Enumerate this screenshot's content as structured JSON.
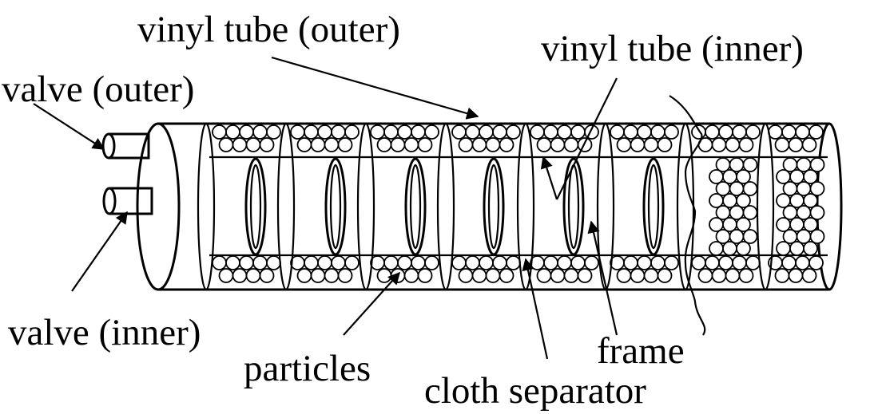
{
  "labels": {
    "vinyl_tube_outer": "vinyl tube (outer)",
    "vinyl_tube_inner": "vinyl tube (inner)",
    "valve_outer": "valve (outer)",
    "valve_inner": "valve (inner)",
    "particles": "particles",
    "frame": "frame",
    "cloth_separator": "cloth separator"
  },
  "colors": {
    "stroke": "#000000",
    "background": "#ffffff"
  }
}
